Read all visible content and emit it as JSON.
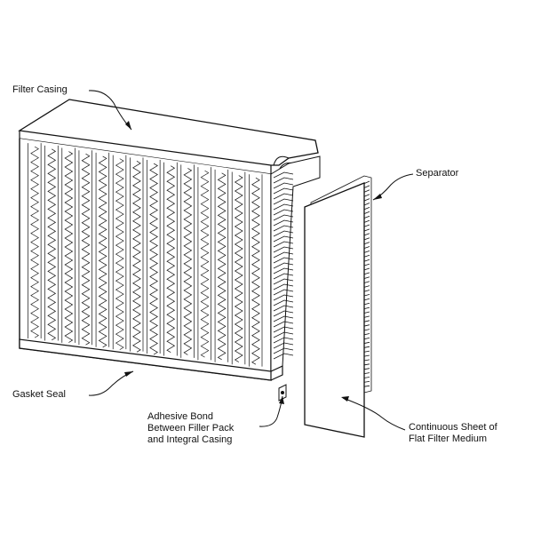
{
  "labels": {
    "filter_casing": "Filter Casing",
    "separator": "Separator",
    "gasket_seal": "Gasket Seal",
    "adhesive_bond": [
      "Adhesive Bond",
      "Between Filler Pack",
      "and Integral Casing"
    ],
    "continuous_sheet": [
      "Continuous Sheet of",
      "Flat Filter Medium"
    ]
  },
  "colors": {
    "ink": "#111111",
    "paper": "#ffffff"
  }
}
